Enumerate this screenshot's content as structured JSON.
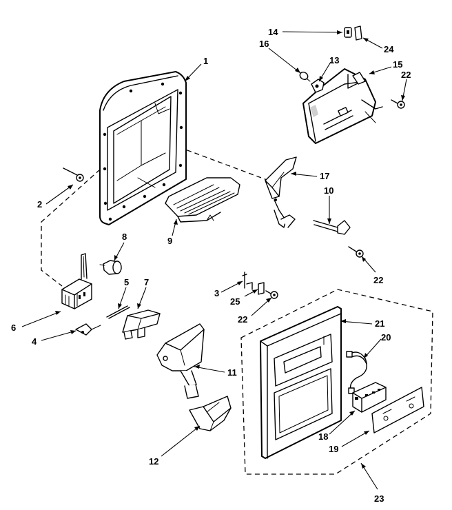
{
  "callouts": {
    "c1": "1",
    "c2": "2",
    "c3": "3",
    "c4": "4",
    "c5": "5",
    "c6": "6",
    "c7": "7",
    "c8": "8",
    "c9": "9",
    "c10": "10",
    "c11": "11",
    "c12": "12",
    "c13": "13",
    "c14": "14",
    "c15": "15",
    "c16": "16",
    "c17": "17",
    "c18": "18",
    "c19": "19",
    "c20": "20",
    "c21": "21",
    "c22a": "22",
    "c22b": "22",
    "c22c": "22",
    "c23": "23",
    "c24": "24",
    "c25": "25"
  }
}
